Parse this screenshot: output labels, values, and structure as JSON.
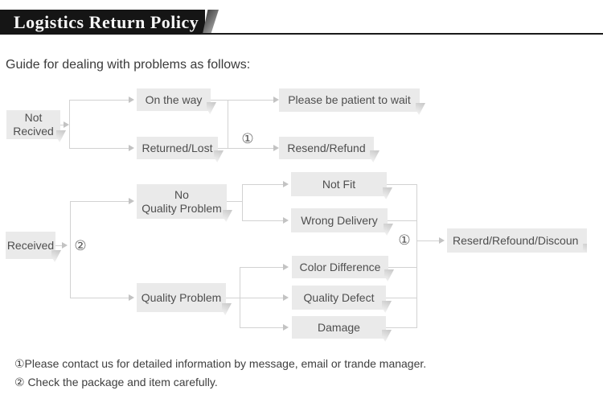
{
  "banner": {
    "title": "Logistics Return Policy"
  },
  "intro": "Guide for dealing with problems as follows:",
  "nodes": {
    "not_received": "Not\nRecived",
    "on_the_way": "On the way",
    "returned_lost": "Returned/Lost",
    "be_patient": "Please be patient to wait",
    "resend_refund": "Resend/Refund",
    "received": "Received",
    "no_quality_problem": "No\nQuality Problem",
    "quality_problem": "Quality Problem",
    "not_fit": "Not Fit",
    "wrong_delivery": "Wrong Delivery",
    "color_difference": "Color Difference",
    "quality_defect": "Quality Defect",
    "damage": "Damage",
    "resolution": "Reserd/Refound/Discoun"
  },
  "markers": {
    "contact": "①",
    "check": "②"
  },
  "notes": [
    "①Please contact us for detailed information by message, email or trande manager.",
    "② Check the package and item carefully."
  ],
  "colors": {
    "banner_bg": "#151515",
    "banner_text": "#f7f7f7",
    "node_bg": "#eaeaea",
    "node_text": "#4e4e4e",
    "line": "#d2d2d2"
  }
}
